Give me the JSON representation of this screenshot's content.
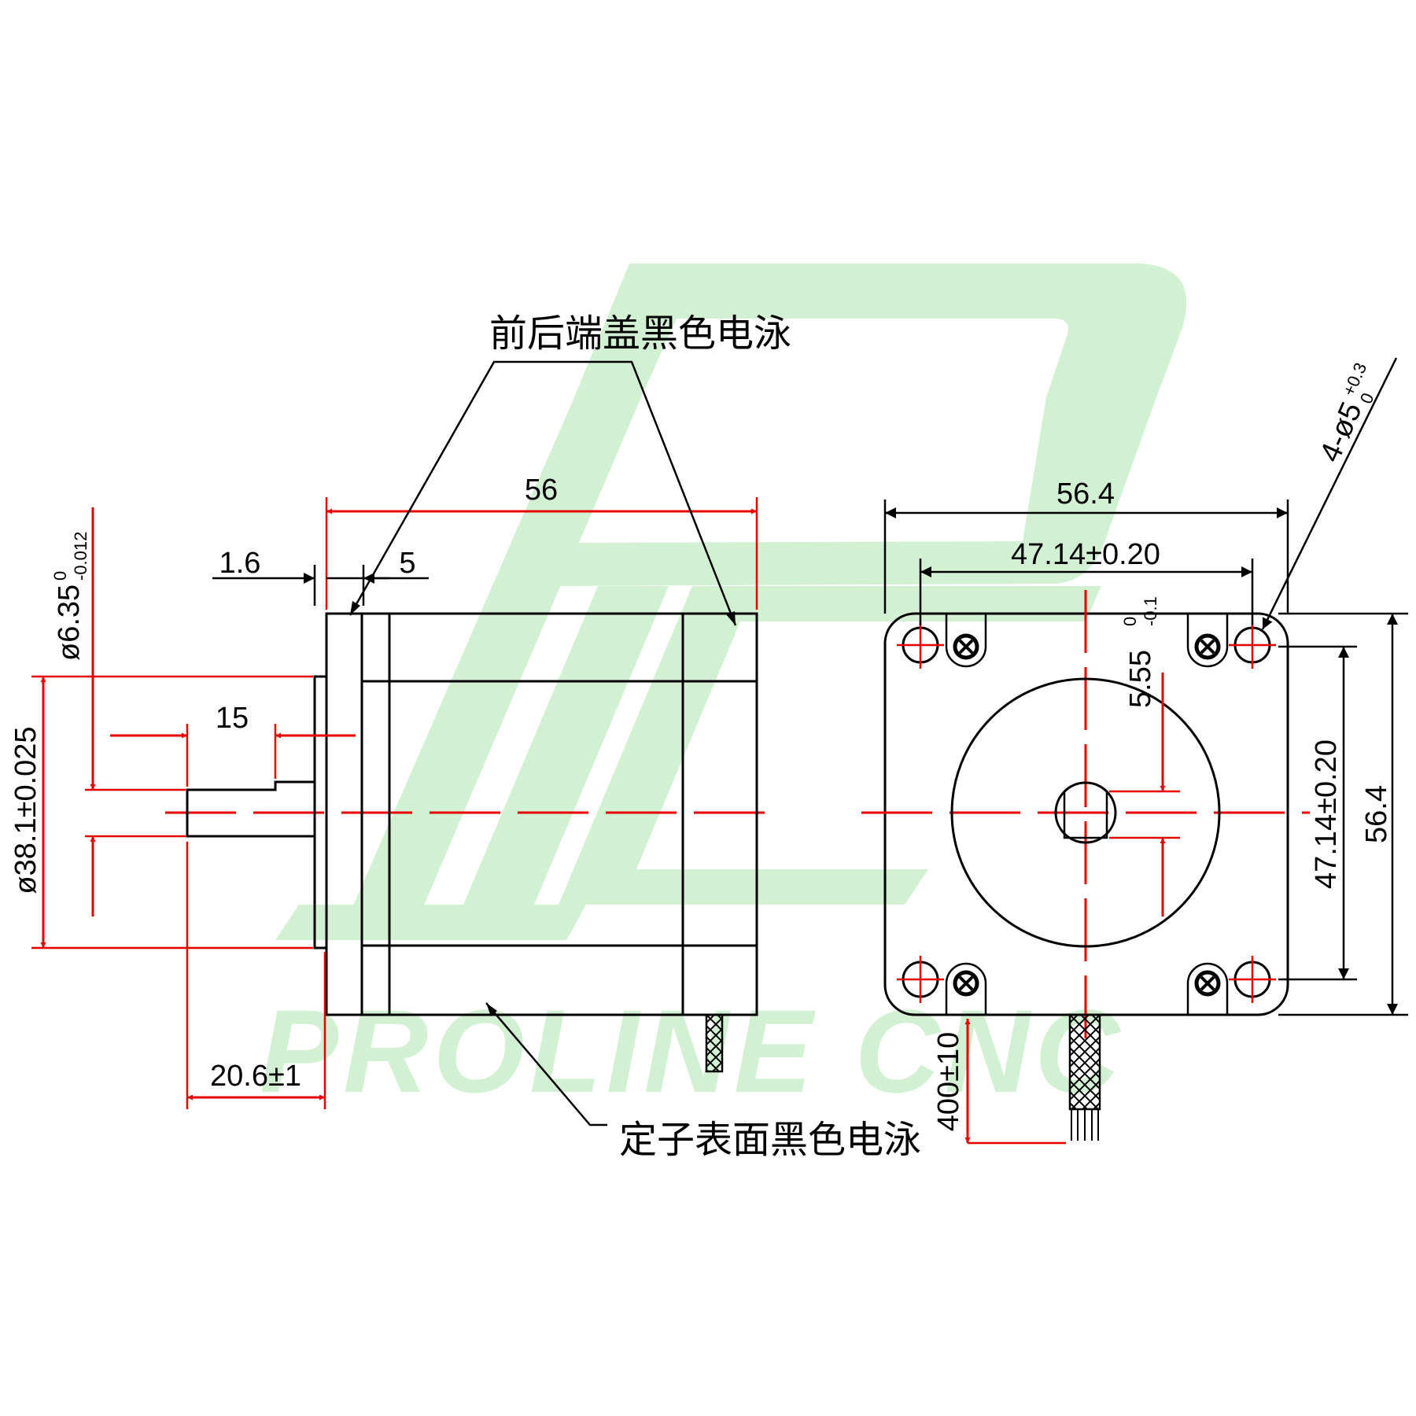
{
  "watermark": {
    "brand": "PROLINE CNC",
    "color": "#d2f1d2"
  },
  "colors": {
    "line": "#000000",
    "dimension": "#e60000"
  },
  "notes": {
    "end_cover": "前后端盖黑色电泳",
    "stator": "定子表面黑色电泳"
  },
  "side_view": {
    "body_length": "56",
    "flange_thickness": "1.6",
    "boss_length": "5",
    "flat_length": "15",
    "shaft_length": "20.6±1",
    "shaft_diameter": "ø6.35",
    "shaft_diameter_tol_upper": "0",
    "shaft_diameter_tol_lower": "-0.012",
    "boss_diameter": "ø38.1±0.025"
  },
  "front_view": {
    "width": "56.4",
    "height": "56.4",
    "hole_spacing_h": "47.14±0.20",
    "hole_spacing_v": "47.14±0.20",
    "mount_holes": "4-ø5",
    "mount_holes_tol_upper": "+0.3",
    "mount_holes_tol_lower": "0",
    "flat_depth": "5.55",
    "flat_depth_tol_upper": "0",
    "flat_depth_tol_lower": "-0.1",
    "lead_length": "400±10"
  }
}
